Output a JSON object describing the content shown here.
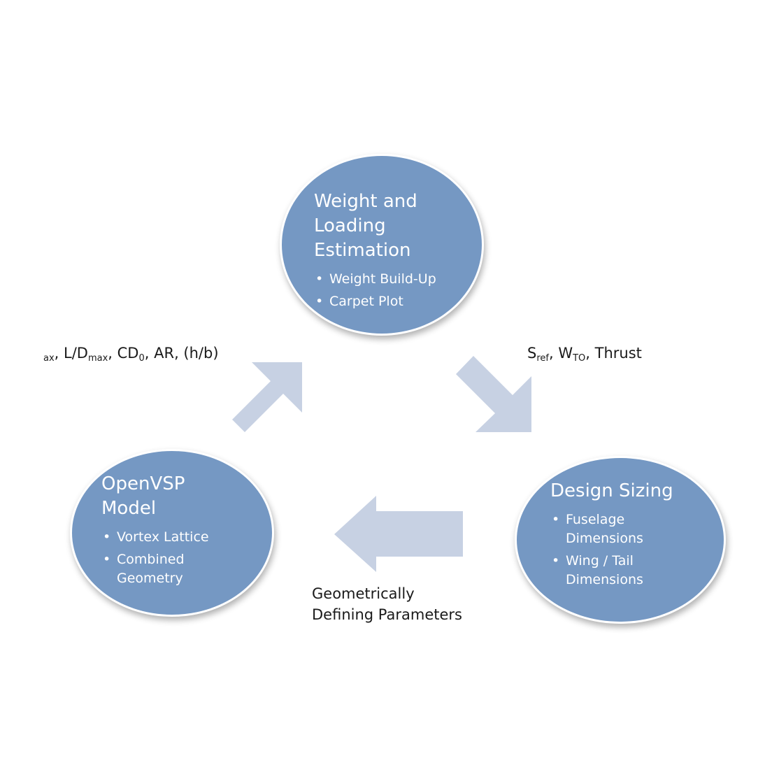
{
  "colors": {
    "node_fill": "#7598c3",
    "arrow_fill": "#c7d1e3",
    "text_dark": "#1a1a1a",
    "node_text": "#ffffff"
  },
  "nodes": {
    "weight": {
      "title": "Weight and\nLoading\nEstimation",
      "items": [
        "Weight Build-Up",
        "Carpet Plot"
      ]
    },
    "design": {
      "title": "Design Sizing",
      "items": [
        "Fuselage\nDimensions",
        "Wing / Tail\nDimensions"
      ]
    },
    "openvsp": {
      "title": "OpenVSP\nModel",
      "items": [
        "Vortex Lattice",
        "Combined\nGeometry"
      ]
    }
  },
  "labels": {
    "left": {
      "p1": "ax",
      "p2": ", L/D",
      "p3": "max",
      "p4": ", CD",
      "p5": "0",
      "p6": ", AR, (h/b)"
    },
    "right": {
      "p1": "S",
      "p2": "ref",
      "p3": ", W",
      "p4": "TO",
      "p5": ", Thrust"
    },
    "bottom": "Geometrically\nDefining Parameters"
  }
}
